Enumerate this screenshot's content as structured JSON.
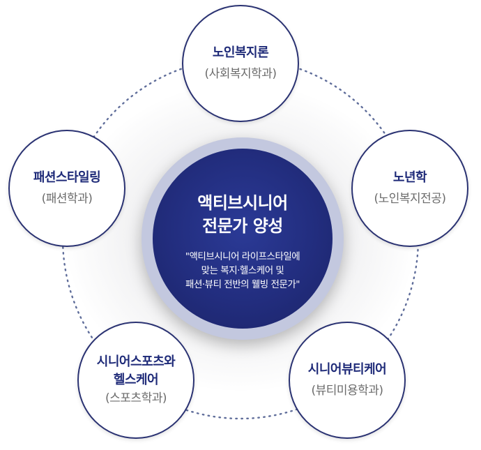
{
  "center": {
    "title_lines": [
      "액티브시니어",
      "전문가 양성"
    ],
    "desc_lines": [
      "\"액티브시니어 라이프스타일에",
      "맞는 복지·헬스케어 및",
      "패션·뷰티 전반의 웰빙 전문가\""
    ]
  },
  "nodes": [
    {
      "title_lines": [
        "노인복지론"
      ],
      "subtitle": "(사회복지학과)"
    },
    {
      "title_lines": [
        "노년학"
      ],
      "subtitle": "(노인복지전공)"
    },
    {
      "title_lines": [
        "시니어뷰티케어"
      ],
      "subtitle": "(뷰티미용학과)"
    },
    {
      "title_lines": [
        "시니어스포츠와",
        "헬스케어"
      ],
      "subtitle": "(스포츠학과)"
    },
    {
      "title_lines": [
        "패션스타일링"
      ],
      "subtitle": "(패션학과)"
    }
  ],
  "colors": {
    "center_fill": "#222d7e",
    "center_ring": "#c3c8df",
    "node_border": "#2a3272",
    "node_title": "#1e2a78",
    "node_subtitle": "#6b6b6b",
    "dotted_ring": "#5f6d9a"
  }
}
